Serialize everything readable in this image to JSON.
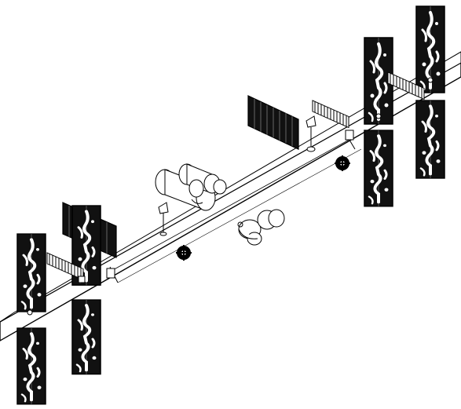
{
  "diagram": {
    "kind": "isometric-line-drawing",
    "subject_text": "",
    "colors": {
      "background": "#ffffff",
      "ink": "#000000",
      "panel_face": "#111111",
      "truss_fill": "#ffffff",
      "panel_highlight": "#ffffff"
    },
    "component_names": [
      "main-truss",
      "solar-array-right-upper-outer",
      "solar-array-right-upper-inner",
      "solar-array-right-lower-outer",
      "solar-array-right-lower-inner",
      "solar-array-left-upper-outer",
      "solar-array-left-upper-inner",
      "solar-array-left-lower-outer",
      "solar-array-left-lower-inner",
      "radiator-panel-left",
      "radiator-panel-center",
      "lab-module-cluster",
      "node-module-cluster",
      "docking-port-hub-right",
      "docking-port-hub-center",
      "mast-antenna-center",
      "mast-antenna-right"
    ]
  }
}
